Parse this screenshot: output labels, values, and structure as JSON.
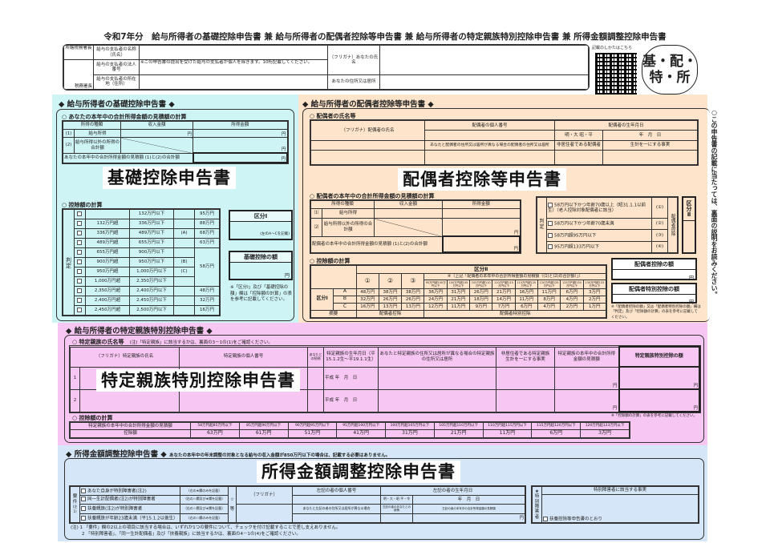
{
  "title": "令和7年分　給与所得者の基礎控除申告書 兼 給与所得者の配偶者控除等申告書 兼 給与所得者の特定親族特別控除申告書 兼 所得金額調整控除申告書",
  "header": {
    "tax_office_head": "所轄税務署長",
    "tax_office_tail": "税務署長",
    "payer_name": "給与の支払者の名称（氏名）",
    "payer_number": "給与の支払者の法人番号",
    "payer_number_note": "※この申告書の提出を受けた給与の支払者が個人を除きます。10桁記載してください。",
    "payer_address": "給与の支払者の所在地（住所）",
    "furigana_name": "（フリガナ）あなたの氏名",
    "address": "あなたの住所又は居所",
    "qr_caption": "記載のしかたはこちら",
    "badge_line1": "基・配・",
    "badge_line2": "特・所"
  },
  "side_note": "○この申告書の記載に当たっては、裏面の説明をお読みください。",
  "basic": {
    "heading": "◆ 給与所得者の基礎控除申告書 ◆",
    "overlay": "基礎控除申告書",
    "calc_title": "○ あなたの本年中の合計所得金額の見積額の計算",
    "cols": [
      "所得の種類",
      "収入金額",
      "所得金額"
    ],
    "row1": "給与所得",
    "row1_no": "(1)",
    "row2": "給与所得以外の所得の合計額",
    "row2_no": "(2)",
    "total": "あなたの本年中の合計所得金額の見積額 (1)と(2)の合計額",
    "yen": "円",
    "deduction_title": "○ 控除額の計算",
    "judge": "判定",
    "rows": [
      {
        "from": "",
        "to": "132万円以下",
        "group": "",
        "amount": "95万円"
      },
      {
        "from": "132万円超",
        "to": "336万円以下",
        "group": "",
        "amount": "88万円"
      },
      {
        "from": "336万円超",
        "to": "489万円以下",
        "group": "(A)",
        "amount": "68万円"
      },
      {
        "from": "489万円超",
        "to": "655万円以下",
        "group": "",
        "amount": "63万円"
      },
      {
        "from": "655万円超",
        "to": "900万円以下",
        "group": "",
        "amount": "58万円"
      },
      {
        "from": "900万円超",
        "to": "950万円以下",
        "group": "(B)",
        "amount": ""
      },
      {
        "from": "950万円超",
        "to": "1,000万円以下",
        "group": "(C)",
        "amount": ""
      },
      {
        "from": "1,000万円超",
        "to": "2,350万円以下",
        "group": "",
        "amount": ""
      },
      {
        "from": "2,350万円超",
        "to": "2,400万円以下",
        "group": "",
        "amount": "48万円"
      },
      {
        "from": "2,400万円超",
        "to": "2,450万円以下",
        "group": "",
        "amount": "32万円"
      },
      {
        "from": "2,450万円超",
        "to": "2,500万円以下",
        "group": "",
        "amount": "16万円"
      }
    ],
    "kubun1": "区分Ⅰ",
    "kubun1_note": "(左のA～Cを記載)",
    "amount_box": "基礎控除の額",
    "note": "※「区分Ⅰ」及び「基礎控除の額」欄は「控除額の計算」の表を参考に記載してください。"
  },
  "spouse": {
    "heading": "◆ 給与所得者の配偶者控除等申告書 ◆",
    "overlay": "配偶者控除等申告書",
    "name_title": "○ 配偶者の氏名等",
    "furigana": "（フリガナ）配偶者の氏名",
    "my_number": "配偶者の個人番号",
    "birth": "配偶者の生年月日",
    "era": "明・大 昭・平",
    "ymd": "年　月　日",
    "diff_address": "あなたと配偶者の住所又は居所が異なる場合の配偶者の住所又は居所",
    "nonresident": "非居住者である配偶者",
    "livelihood": "生計を一にする事実",
    "calc_title": "○ 配偶者の本年中の合計所得金額の見積額の計算",
    "cols": [
      "所得の種類",
      "収入金額",
      "所得金額"
    ],
    "row1": "給与所得",
    "row2": "給与所得以外の所得の合計額",
    "total": "配偶者の本年中の合計所得金額の見積額 (1)と(2)の合計額",
    "yen": "円",
    "judge_label": "判定",
    "options": [
      {
        "text": "58万円以下かつ年齢70歳以上（昭31.1.1以前生）（老人控除対象配偶者に該当）",
        "no": "(①)"
      },
      {
        "text": "58万円以下かつ年齢70歳未満",
        "no": "(②)"
      },
      {
        "text": "58万円超95万円以下",
        "no": "(③)"
      },
      {
        "text": "95万円超133万円以下",
        "no": "(④)"
      }
    ],
    "spouse_deduction_label": "配偶者控除",
    "kubun2": "区分Ⅱ",
    "deduction_title": "○ 控除額の計算",
    "table_kubun2": "区分Ⅱ",
    "col4_title": "④（上記「配偶者の本年中の合計所得金額の見積額（(1)と(2)の合計額）」）",
    "circ": [
      "①",
      "②",
      "③"
    ],
    "brackets": [
      "95万円超100万円以下",
      "100万円超105万円以下",
      "105万円超110万円以下",
      "110万円超115万円以下",
      "115万円超120万円以下",
      "120万円超125万円以下",
      "125万円超130万円以下",
      "130万円超133万円以下"
    ],
    "kubun1": "区分Ⅰ",
    "rows": [
      {
        "k": "A",
        "v": [
          "48万円",
          "38万円",
          "38万円",
          "36万円",
          "31万円",
          "26万円",
          "21万円",
          "16万円",
          "11万円",
          "6万円",
          "3万円"
        ]
      },
      {
        "k": "B",
        "v": [
          "32万円",
          "26万円",
          "26万円",
          "24万円",
          "21万円",
          "18万円",
          "14万円",
          "11万円",
          "8万円",
          "4万円",
          "2万円"
        ]
      },
      {
        "k": "C",
        "v": [
          "16万円",
          "13万円",
          "13万円",
          "12万円",
          "11万円",
          "9万円",
          "7万円",
          "6万円",
          "4万円",
          "2万円",
          "1万円"
        ]
      }
    ],
    "summary": "摘要",
    "summary_a": "配偶者控除",
    "summary_b": "配偶者特別控除",
    "box1": "配偶者控除の額",
    "box2": "配偶者特別控除の額",
    "note": "※「配偶者控除の額」又は「配偶者特別控除の額」欄は「判定」及び「控除額の計算」の表を参考に記載してください。"
  },
  "relative": {
    "heading": "◆ 給与所得者の特定親族特別控除申告書 ◆",
    "overlay": "特定親族特別控除申告書",
    "name_title": "○ 特定親族の氏名等",
    "name_note": "(注)「特定親族」に該当するかは、裏面の3－1の(1)をご確認ください。",
    "furigana": "（フリガナ）特定親族の氏名",
    "my_number": "特定親族の個人番号",
    "relation": "あなたとの続柄",
    "birth": "特定親族の生年月日（平15.1.2生～平19.1.1生）",
    "diff_address": "あなたと特定親族の住所又は居所が異なる場合の特定親族の住所又は居所",
    "nonresident": "非居住者である特定親族",
    "livelihood": "生計を一にする事実",
    "income": "特定親族の本年中の合計所得金額の見積額",
    "amount_box": "特定親族特別控除の額",
    "era": "平成",
    "ymd": "年　月　日",
    "yen": "円",
    "rownums": [
      "1",
      "2"
    ],
    "ref_note": "※「控除額の計算」の表を参考に記載してください。",
    "deduction_title": "○ 控除額の計算",
    "calc_row1": "特定親族の本年中の合計所得金額の見積額",
    "calc_row2": "控除額",
    "brackets": [
      "58万円超85万円以下",
      "85万円超90万円以下",
      "90万円超95万円以下",
      "95万円超100万円以下",
      "100万円超105万円以下",
      "105万円超110万円以下",
      "110万円超115万円以下",
      "115万円超120万円以下",
      "120万円超123万円以下"
    ],
    "amounts": [
      "63万円",
      "61万円",
      "51万円",
      "41万円",
      "31万円",
      "21万円",
      "11万円",
      "6万円",
      "3万円"
    ]
  },
  "adjust": {
    "heading": "◆ 所得金額調整控除申告書 ◆",
    "heading_note": "あなたの本年中の年末調整の対象となる給与の収入金額が850万円以下の場合は、記載する必要はありません。",
    "overlay": "所得金額調整控除申告書",
    "req_label": "要件",
    "req_note": "(注1)",
    "reqs": [
      {
        "text": "あなた自身が特別障害者(注2)",
        "hint": "(右の★欄のみを記載)"
      },
      {
        "text": "同一生計配偶者(注2)が特別障害者",
        "hint": "(右の☆欄及び★欄を記載)"
      },
      {
        "text": "扶養親族(注2)が特別障害者",
        "hint": "(右の☆欄及び★欄を記載)"
      },
      {
        "text": "扶養親族が年齢23歳未満（平15.1.2以後生）",
        "hint": "(右の☆欄のみを記載)"
      }
    ],
    "star_white": "☆",
    "star_black": "★",
    "etc": "等",
    "furigana": "（フリガナ）",
    "person_number": "左記の者の個人番号",
    "person_birth": "左記の者の生年月日",
    "era": "明・大・昭 平・令",
    "ymd": "年　月　日",
    "diff_address": "あなたと左記の者の住所又は居所が異なる場合",
    "relation": "左記の者のあなたとの続柄",
    "income": "左記の者の本年中の合計所得金額の見積額",
    "yen": "円",
    "special": "特別障害者",
    "special_fact": "特別障害者に該当する事実",
    "same_as": "扶養控除等申告書のとおり",
    "notes": [
      "(注) 1 「要件」欄の2以上の項目に該当する場合は、いずれか1つの要件について、チェックを付け記載することで差し支えありません。",
      "2 「特別障害者」、「同一生計配偶者」及び「扶養親族」に該当するかは、裏面の4－1の(4)をご確認ください。"
    ]
  }
}
